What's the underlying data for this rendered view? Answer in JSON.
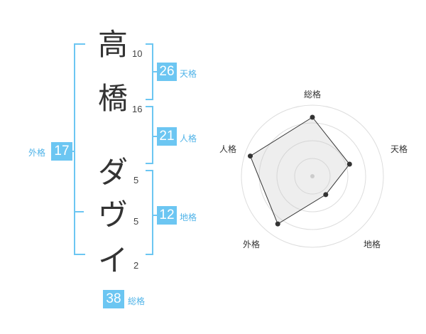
{
  "name_chars": [
    {
      "char": "高",
      "strokes": "10"
    },
    {
      "char": "橋",
      "strokes": "16"
    },
    {
      "char": "ダ",
      "strokes": "5"
    },
    {
      "char": "ヴ",
      "strokes": "5"
    },
    {
      "char": "イ",
      "strokes": "2"
    }
  ],
  "kakusu": {
    "tenkaku": {
      "value": "26",
      "label": "天格"
    },
    "jinkaku": {
      "value": "21",
      "label": "人格"
    },
    "chikaku": {
      "value": "12",
      "label": "地格"
    },
    "gaikaku": {
      "value": "17",
      "label": "外格"
    },
    "soukaku": {
      "value": "38",
      "label": "総格"
    }
  },
  "colors": {
    "accent": "#6cc6f2",
    "text": "#333333",
    "grid": "#dddddd"
  },
  "chart_data": {
    "type": "radar",
    "axes": [
      "総格",
      "天格",
      "地格",
      "外格",
      "人格"
    ],
    "values": [
      0.83,
      0.55,
      0.32,
      0.83,
      0.92
    ],
    "rings": 4
  }
}
